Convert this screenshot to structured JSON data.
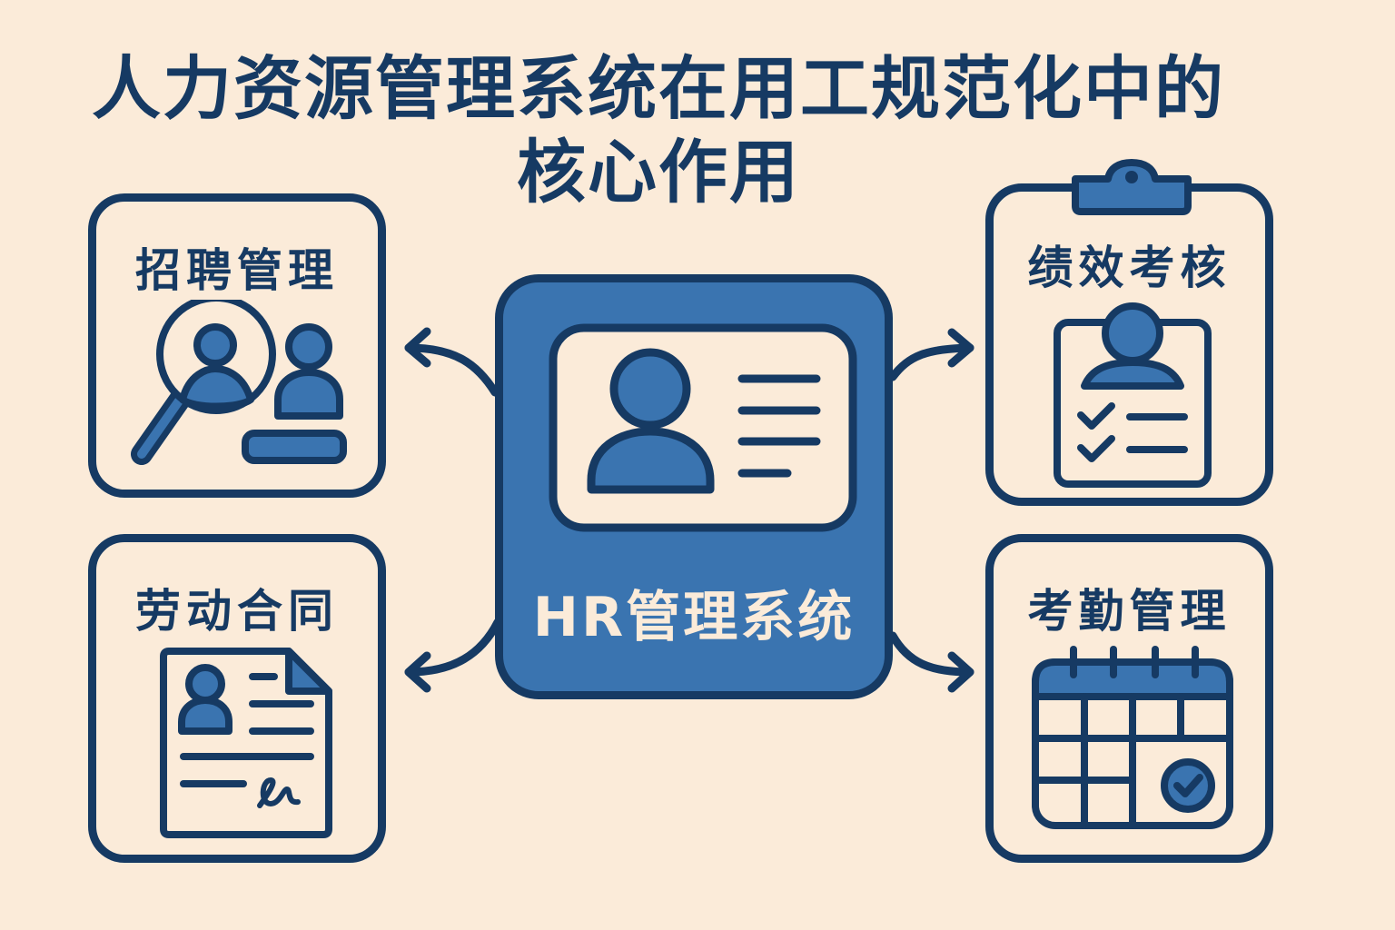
{
  "title": {
    "line1": "人力资源管理系统在用工规范化中的",
    "line2": "核心作用"
  },
  "center": {
    "label": "HR管理系统",
    "icon": "id-card-icon"
  },
  "modules": [
    {
      "id": "recruitment",
      "label": "招聘管理",
      "icon": "recruitment-search-icon",
      "position": "top-left"
    },
    {
      "id": "contract",
      "label": "劳动合同",
      "icon": "contract-document-icon",
      "position": "bottom-left"
    },
    {
      "id": "performance",
      "label": "绩效考核",
      "icon": "clipboard-checklist-icon",
      "position": "top-right"
    },
    {
      "id": "attendance",
      "label": "考勤管理",
      "icon": "calendar-check-icon",
      "position": "bottom-right"
    }
  ],
  "colors": {
    "background": "#fbebd9",
    "navy": "#163a63",
    "blue": "#3a74b0"
  }
}
